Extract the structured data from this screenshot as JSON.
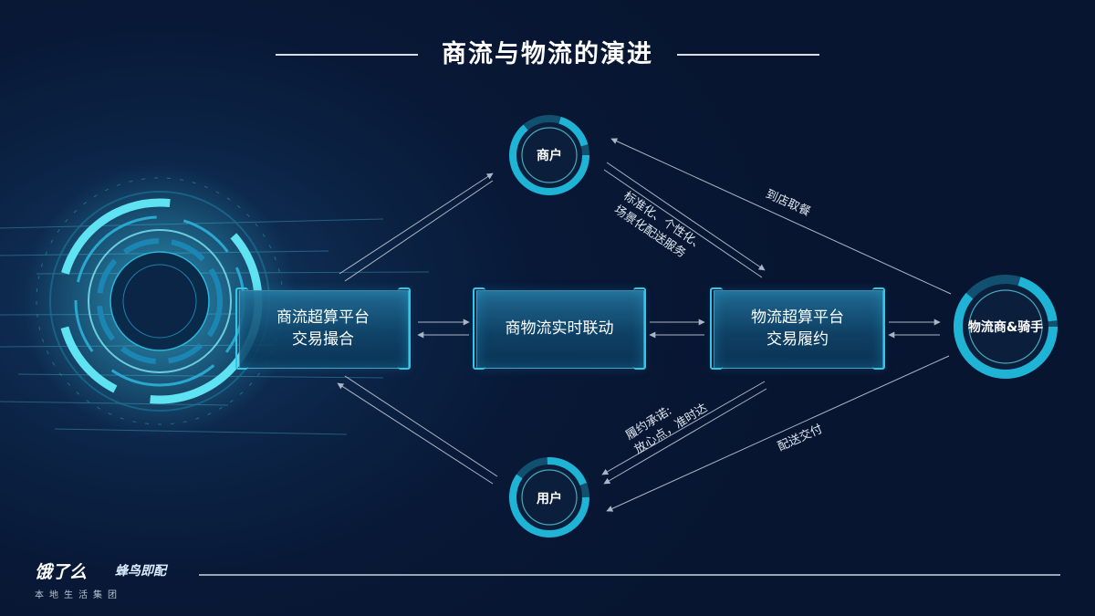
{
  "title": "商流与物流的演进",
  "nodes": {
    "merchant": "商户",
    "user": "用户",
    "logistics": "物流商&骑手"
  },
  "platforms": {
    "left": "商流超算平台\n交易撮合",
    "middle": "商物流实时联动",
    "right": "物流超算平台\n交易履约"
  },
  "annotations": {
    "top_service": "标准化、个性化、\n场景化配送服务",
    "pickup": "到店取餐",
    "promise": "履约承诺:\n放心点，准时达",
    "delivery": "配送交付"
  },
  "brand": {
    "main": "饿了么",
    "sub": "蜂鸟即配",
    "slogan": "本地生活集团"
  },
  "colors": {
    "ring": "#1fb3d6",
    "ring_light": "#5fe3f2",
    "arrow": "#aab6c6",
    "box_edge": "#34c6e6"
  }
}
